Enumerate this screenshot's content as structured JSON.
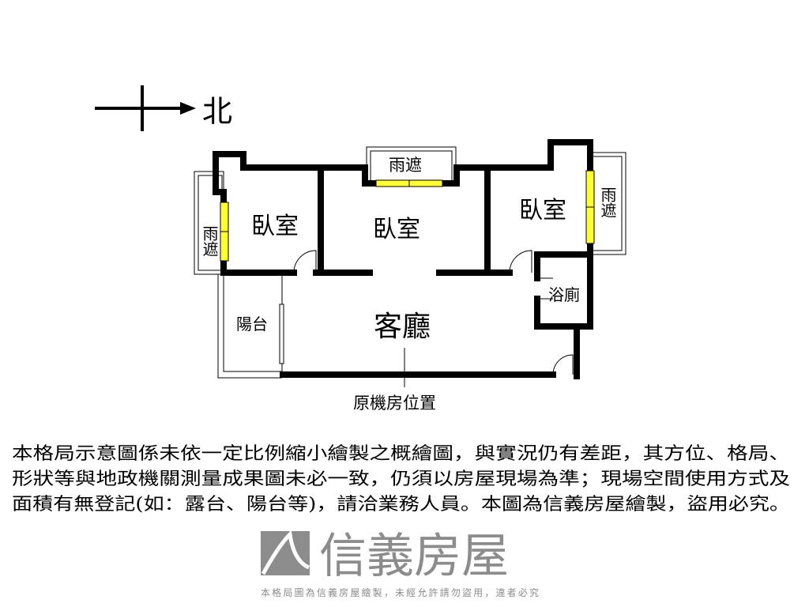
{
  "compass": {
    "north_label": "北"
  },
  "rooms": {
    "rain_shield_left": "雨遮",
    "rain_shield_top": "雨遮",
    "rain_shield_right": "雨遮",
    "bedroom_left": "臥室",
    "bedroom_center": "臥室",
    "bedroom_right": "臥室",
    "balcony": "陽台",
    "living_room": "客廳",
    "bathroom": "浴廁"
  },
  "annotation": {
    "machine_room": "原機房位置"
  },
  "watermark": {
    "brand": "信義房屋",
    "notice": "本格局圖為信義房屋繪製，未經允許請勿盜用，違者必究"
  },
  "disclaimer": {
    "lines": [
      "本格局示意圖係未依一定比例縮小繪製之概繪圖，與實況仍有差距，其方位、格局、",
      "形狀等與地政機關測量成果圖未必一致，仍須以房屋現場為準；現場空間使用方式及",
      "面積有無登記(如：露台、陽台等)，請洽業務人員。本圖為信義房屋繪製，盜用必究。"
    ]
  },
  "colors": {
    "window": "#ffff33",
    "wall": "#000000",
    "watermark": "#8c8c8c"
  }
}
